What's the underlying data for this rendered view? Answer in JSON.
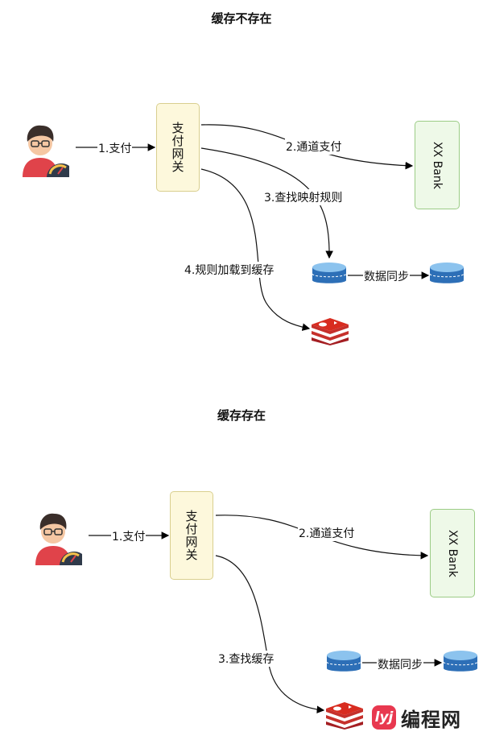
{
  "top": {
    "title": "缓存不存在",
    "gateway": "支付网关",
    "bank": "XX Bank",
    "edge_pay": "1.支付",
    "edge_channel": "2.通道支付",
    "edge_lookup": "3.查找映射规则",
    "edge_load": "4.规则加载到缓存",
    "edge_sync": "数据同步"
  },
  "bottom": {
    "title": "缓存存在",
    "gateway": "支付网关",
    "bank": "XX Bank",
    "edge_pay": "1.支付",
    "edge_channel": "2.通道支付",
    "edge_lookup": "3.查找缓存",
    "edge_sync": "数据同步"
  },
  "watermark": {
    "logo": "lyj",
    "text": "编程网"
  },
  "icons": [
    "user-icon",
    "database-icon",
    "redis-cache-icon"
  ],
  "colors": {
    "gateway_fill": "#fdf8dc",
    "gateway_border": "#d9cf8f",
    "bank_fill": "#eef9e8",
    "bank_border": "#9ccc86",
    "redis": "#c6302b",
    "db": "#2d6fb7",
    "watermark": "#e8384f"
  }
}
